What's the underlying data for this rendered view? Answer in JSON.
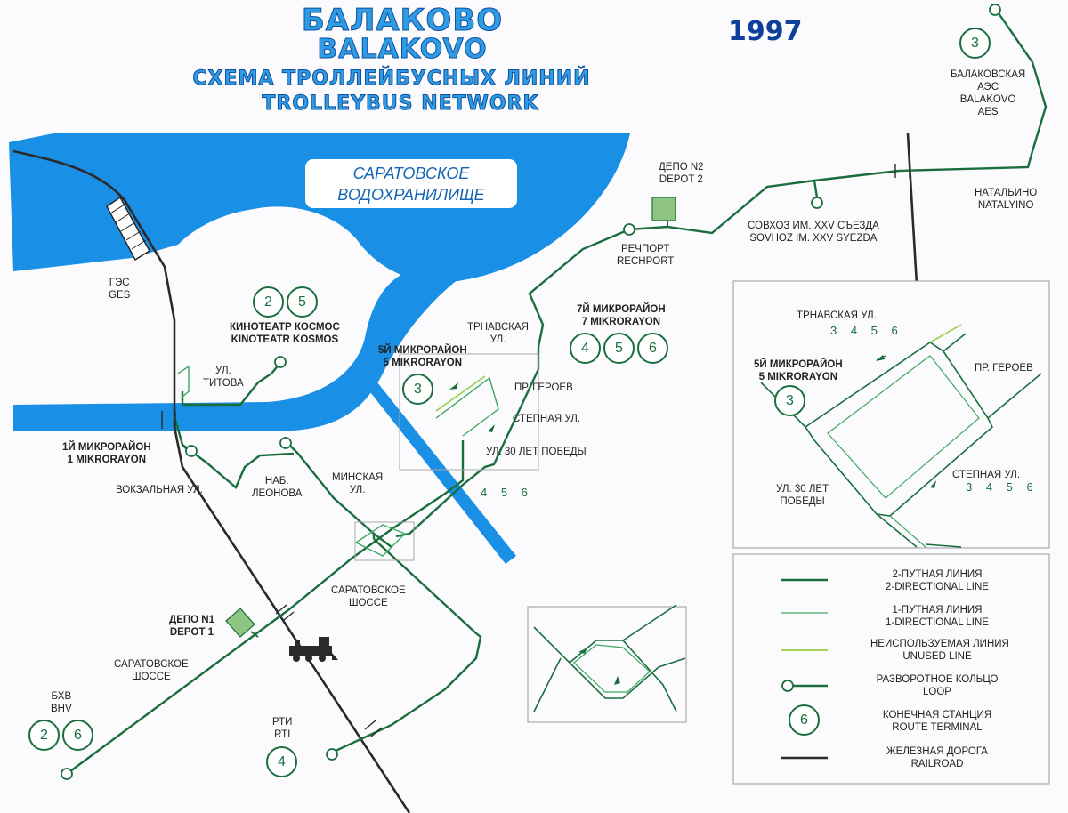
{
  "header": {
    "title_ru": "БАЛАКОВО",
    "title_en": "BALAKOVO",
    "subtitle_ru": "СХЕМА ТРОЛЛЕЙБУСНЫХ ЛИНИЙ",
    "subtitle_en": "TROLLEYBUS NETWORK",
    "year": "1997"
  },
  "water": {
    "reservoir_line1": "САРАТОВСКОЕ",
    "reservoir_line2": "ВОДОХРАНИЛИЩЕ"
  },
  "labels": {
    "depot2_ru": "ДЕПО N2",
    "depot2_en": "DEPOT 2",
    "rechport_ru": "РЕЧПОРТ",
    "rechport_en": "RECHPORT",
    "sovhoz_ru": "СОВХОЗ ИМ. XXV СЪЕЗДА",
    "sovhoz_en": "SOVHOZ IM. XXV SYEZDA",
    "natalyino_ru": "НАТАЛЬИНО",
    "natalyino_en": "NATALYINO",
    "aes_1": "БАЛАКОВСКАЯ",
    "aes_2": "АЭС",
    "aes_3": "BALAKOVO",
    "aes_4": "AES",
    "ges_ru": "ГЭС",
    "ges_en": "GES",
    "kosmos_ru": "КИНОТЕАТР КОСМОС",
    "kosmos_en": "KINOTEATR KOSMOS",
    "titova_1": "УЛ.",
    "titova_2": "ТИТОВА",
    "mkr1_ru": "1Й МИКРОРАЙОН",
    "mkr1_en": "1 MIKRORAYON",
    "vokzalnaya": "ВОКЗАЛЬНАЯ УЛ.",
    "leonova_1": "НАБ.",
    "leonova_2": "ЛЕОНОВА",
    "minskaya_1": "МИНСКАЯ",
    "minskaya_2": "УЛ.",
    "mkr5_ru": "5Й МИКРОРАЙОН",
    "mkr5_en": "5 MIKRORAYON",
    "trnavskaya_1": "ТРНАВСКАЯ",
    "trnavskaya_2": "УЛ.",
    "geroev": "ПР. ГЕРОЕВ",
    "stepnaya": "СТЕПНАЯ УЛ.",
    "pobedy": "УЛ. 30 ЛЕТ ПОБЕДЫ",
    "num_456": "4 5 6",
    "mkr7_ru": "7Й МИКРОРАЙОН",
    "mkr7_en": "7 MIKRORAYON",
    "saratov_shosse_1": "САРАТОВСКОЕ",
    "saratov_shosse_2": "ШОССЕ",
    "depot1_ru": "ДЕПО N1",
    "depot1_en": "DEPOT 1",
    "saratov_shosse_b1": "САРАТОВСКОЕ",
    "saratov_shosse_b2": "ШОССЕ",
    "bhv_ru": "БХВ",
    "bhv_en": "BHV",
    "rti_ru": "РТИ",
    "rti_en": "RTI"
  },
  "terminals": {
    "aes": "3",
    "kosmos_a": "2",
    "kosmos_b": "5",
    "mkr5": "3",
    "mkr7_a": "4",
    "mkr7_b": "5",
    "mkr7_c": "6",
    "bhv_a": "2",
    "bhv_b": "6",
    "rti": "4"
  },
  "inset": {
    "trnavskaya": "ТРНАВСКАЯ УЛ.",
    "trnavskaya_nums": "3 4 5 6",
    "mkr5_ru": "5Й МИКРОРАЙОН",
    "mkr5_en": "5 MIKRORAYON",
    "terminal": "3",
    "geroev": "ПР. ГЕРОЕВ",
    "stepnaya": "СТЕПНАЯ УЛ.",
    "stepnaya_nums": "3 4 5 6",
    "pobedy_1": "УЛ. 30 ЛЕТ",
    "pobedy_2": "ПОБЕДЫ"
  },
  "legend": [
    {
      "ru": "2-ПУТНАЯ ЛИНИЯ",
      "en": "2-DIRECTIONAL LINE",
      "symbol": "two-way-line"
    },
    {
      "ru": "1-ПУТНАЯ ЛИНИЯ",
      "en": "1-DIRECTIONAL LINE",
      "symbol": "one-way-line"
    },
    {
      "ru": "НЕИСПОЛЬЗУЕМАЯ ЛИНИЯ",
      "en": "UNUSED LINE",
      "symbol": "unused-line"
    },
    {
      "ru": "РАЗВОРОТНОЕ КОЛЬЦО",
      "en": "LOOP",
      "symbol": "loop"
    },
    {
      "ru": "КОНЕЧНАЯ СТАНЦИЯ",
      "en": "ROUTE TERMINAL",
      "symbol": "terminal",
      "value": "6"
    },
    {
      "ru": "ЖЕЛЕЗНАЯ ДОРОГА",
      "en": "RAILROAD",
      "symbol": "railroad"
    }
  ],
  "colors": {
    "water": "#1a8fe6",
    "two_way": "#1a6e3e",
    "one_way": "#3ea860",
    "unused": "#9fd35a",
    "railroad": "#2a2a2a",
    "title": "#2e9be3",
    "year": "#0e3f9a"
  }
}
